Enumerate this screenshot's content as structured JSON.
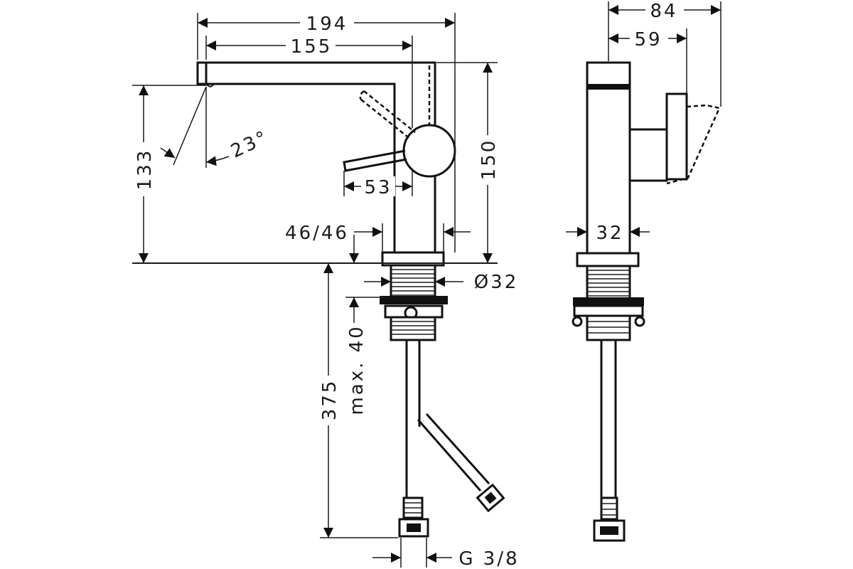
{
  "dimensions": {
    "overall_length": "194",
    "spout_reach": "155",
    "spout_height": "133",
    "swivel_angle": "23°",
    "total_height": "150",
    "lever_reach": "53",
    "base_offset": "46/46",
    "base_diameter": "Ø32",
    "tail_length": "375",
    "max_deck_thickness": "max. 40",
    "connection": "G 3/8",
    "side_depth": "84",
    "side_lever_depth": "59",
    "side_body_width": "32"
  }
}
